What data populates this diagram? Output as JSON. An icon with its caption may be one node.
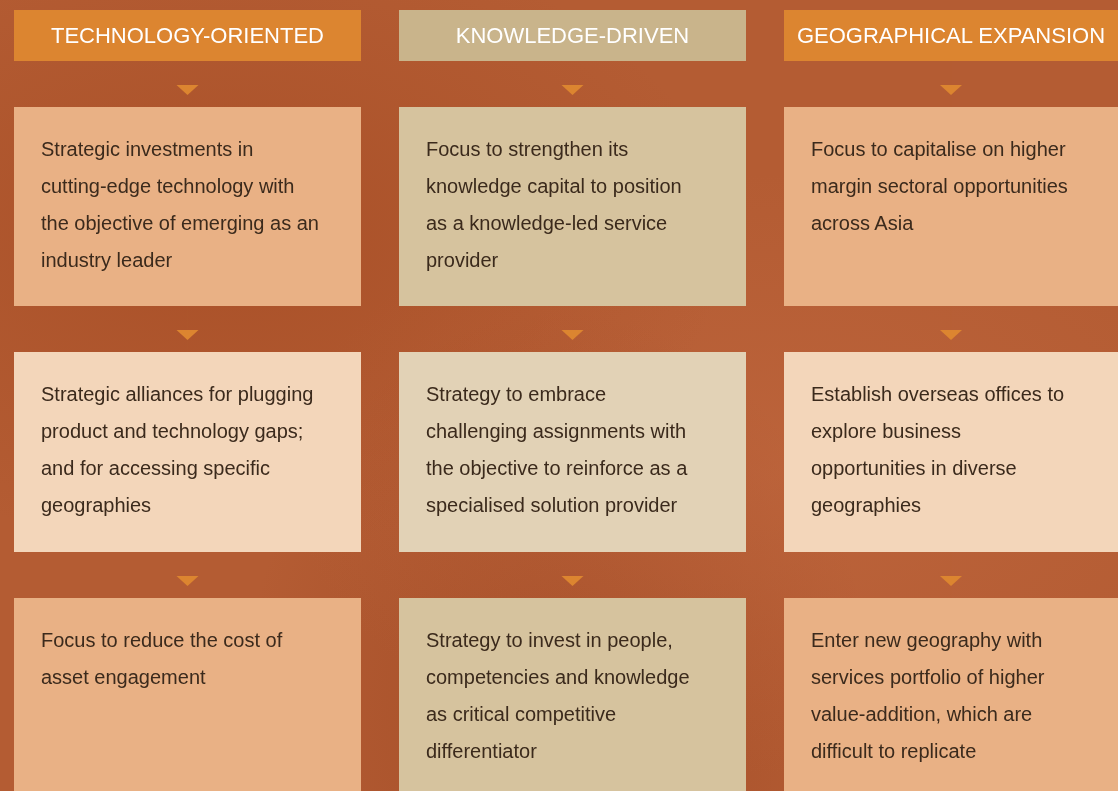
{
  "diagram": {
    "nodes": [
      {
        "text": [
          "TECHNOLOGY-ORIENTED"
        ]
      },
      {
        "text": [
          "KNOWLEDGE-DRIVEN"
        ]
      },
      {
        "text": [
          "GEOGRAPHICAL EXPANSION"
        ]
      },
      {
        "text": [
          "Strategic investments in cutting-edge technology with the objective of emerging as an industry leader"
        ]
      },
      {
        "text": [
          "Focus to strengthen its knowledge capital to position as a knowledge-led service provider"
        ]
      },
      {
        "text": [
          "Focus to capitalise on higher margin sectoral opportunities across Asia"
        ]
      },
      {
        "text": [
          "Strategic alliances for plugging product and technology gaps; and for accessing specific geographies"
        ]
      },
      {
        "text": [
          "Strategy to embrace challenging assignments with the objective to reinforce as a specialised solution provider"
        ]
      },
      {
        "text": [
          "Establish overseas offices to explore business opportunities in diverse geographies"
        ]
      },
      {
        "text": [
          "Focus to reduce the cost of asset engagement"
        ]
      },
      {
        "text": [
          "Strategy to invest in people, competencies and knowledge as critical competitive differentiator"
        ]
      },
      {
        "text": [
          "Enter new geography with services portfolio of higher value-addition, which are difficult to replicate"
        ]
      }
    ],
    "edges": [
      {
        "from": 0,
        "to": 3,
        "arrow": "to"
      },
      {
        "from": 1,
        "to": 4,
        "arrow": "to"
      },
      {
        "from": 2,
        "to": 5,
        "arrow": "to"
      },
      {
        "from": 3,
        "to": 6,
        "arrow": "to"
      },
      {
        "from": 4,
        "to": 7,
        "arrow": "to"
      },
      {
        "from": 5,
        "to": 8,
        "arrow": "to"
      },
      {
        "from": 6,
        "to": 9,
        "arrow": "to"
      },
      {
        "from": 7,
        "to": 10,
        "arrow": "to"
      },
      {
        "from": 8,
        "to": 11,
        "arrow": "to"
      }
    ]
  }
}
